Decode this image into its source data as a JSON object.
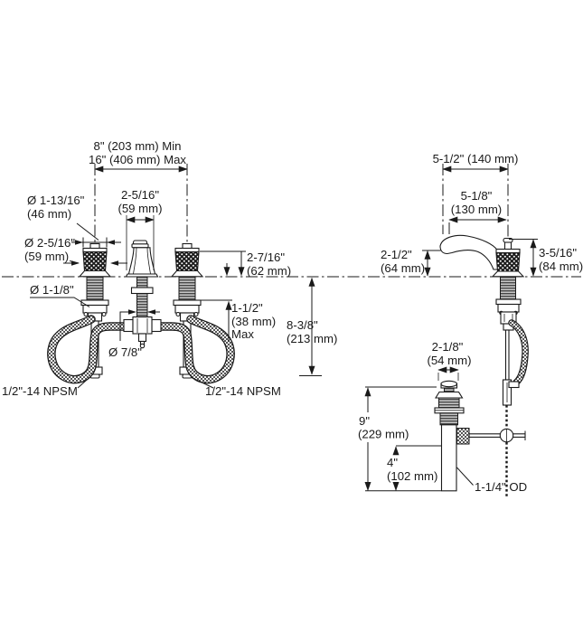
{
  "drawing": {
    "kind": "technical-dimension-drawing",
    "subject": "widespread lavatory faucet with pop-up drain",
    "colors": {
      "line": "#1a1a1a",
      "background": "#ffffff"
    }
  },
  "front_view": {
    "spread_min": "8\" (203 mm) Min",
    "spread_max": "16\" (406 mm) Max",
    "handle_top_diameter": "Ø 1-13/16\"",
    "handle_top_diameter_mm": "(46 mm)",
    "spout_width": "2-5/16\"",
    "spout_width_mm": "(59 mm)",
    "handle_diameter": "Ø 2-5/16\"",
    "handle_diameter_mm": "(59 mm)",
    "shank_diameter": "Ø 1-1/8\"",
    "handle_height": "2-7/16\"",
    "handle_height_mm": "(62 mm)",
    "deck_thickness": "1-1/2\"",
    "deck_thickness_mm": "(38 mm)",
    "deck_thickness_qual": "Max",
    "below_deck": "8-3/8\"",
    "below_deck_mm": "(213 mm)",
    "spout_shank_diameter": "Ø 7/8\"",
    "supply_left": "1/2\"-14 NPSM",
    "supply_right": "1/2\"-14 NPSM"
  },
  "side_view": {
    "reach_overall": "5-1/2\" (140 mm)",
    "reach": "5-1/8\"",
    "reach_mm": "(130 mm)",
    "spout_height": "2-1/2\"",
    "spout_height_mm": "(64 mm)",
    "overall_height": "3-5/16\"",
    "overall_height_mm": "(84 mm)"
  },
  "drain_view": {
    "flange_dia": "2-1/8\"",
    "flange_dia_mm": "(54 mm)",
    "height_total": "9\"",
    "height_total_mm": "(229 mm)",
    "height_lower": "4\"",
    "height_lower_mm": "(102 mm)",
    "od": "1-1/4\" OD"
  }
}
